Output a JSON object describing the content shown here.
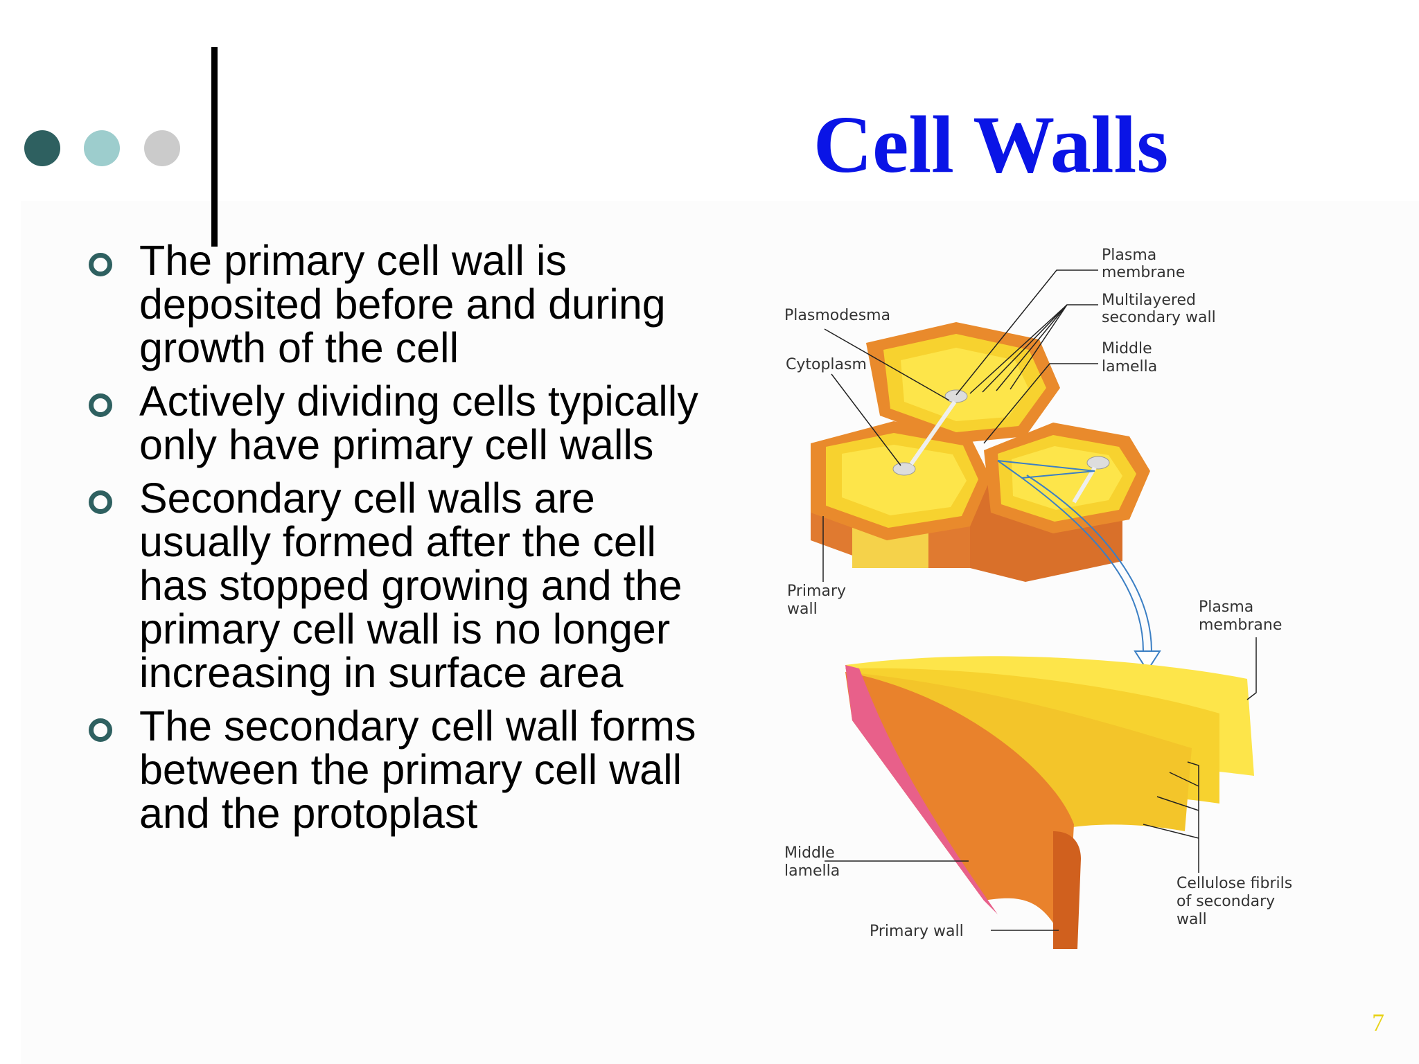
{
  "slide": {
    "title": "Cell Walls",
    "page_number": "7",
    "colors": {
      "title": "#0a14e6",
      "accent_dark": "#2e6060",
      "accent_light": "#9dcdcd",
      "accent_gray": "#cbcbcb",
      "page_number": "#e8d31a"
    },
    "bullets": [
      "The primary cell wall is deposited before and during growth of the cell",
      "Actively dividing cells typically only have primary cell walls",
      "Secondary cell walls are usually formed after the cell has stopped growing and the primary cell wall is no longer increasing in surface area",
      "The secondary cell wall forms between the primary cell wall and the protoplast"
    ]
  },
  "diagram": {
    "labels": {
      "plasma_membrane_top_1": "Plasma",
      "plasma_membrane_top_2": "membrane",
      "multilayered_1": "Multilayered",
      "multilayered_2": "secondary wall",
      "plasmodesma": "Plasmodesma",
      "middle_lamella_top_1": "Middle",
      "middle_lamella_top_2": "lamella",
      "cytoplasm": "Cytoplasm",
      "primary_wall_top_1": "Primary",
      "primary_wall_top_2": "wall",
      "plasma_membrane_bottom_1": "Plasma",
      "plasma_membrane_bottom_2": "membrane",
      "middle_lamella_bottom_1": "Middle",
      "middle_lamella_bottom_2": "lamella",
      "cellulose_1": "Cellulose fibrils",
      "cellulose_2": "of secondary",
      "cellulose_3": "wall",
      "primary_wall_bottom": "Primary wall"
    }
  }
}
